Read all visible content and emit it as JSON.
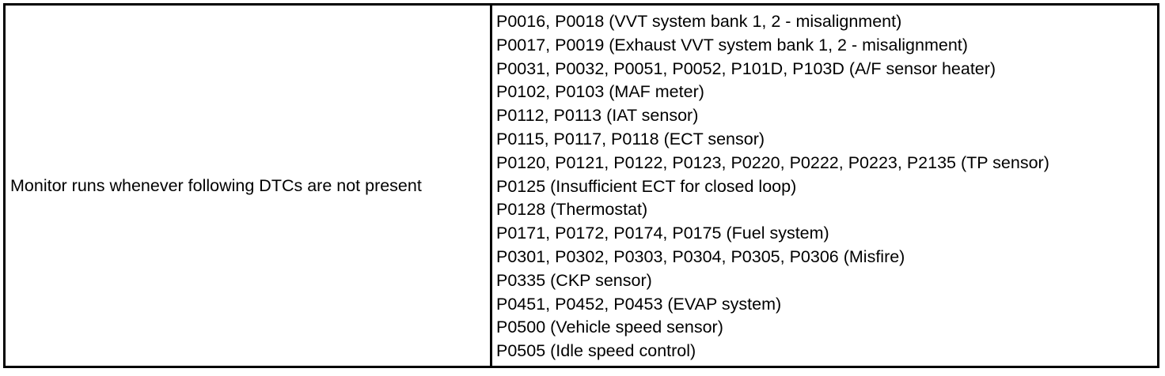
{
  "condition": "Monitor runs whenever following DTCs are not present",
  "dtcs": [
    "P0016, P0018 (VVT system bank 1, 2 - misalignment)",
    "P0017, P0019 (Exhaust VVT system bank 1, 2 - misalignment)",
    "P0031, P0032, P0051, P0052, P101D, P103D (A/F sensor heater)",
    "P0102, P0103 (MAF meter)",
    "P0112, P0113 (IAT sensor)",
    "P0115, P0117, P0118 (ECT sensor)",
    "P0120, P0121, P0122, P0123, P0220, P0222, P0223, P2135 (TP sensor)",
    "P0125 (Insufficient ECT for closed loop)",
    "P0128 (Thermostat)",
    "P0171, P0172, P0174, P0175 (Fuel system)",
    "P0301, P0302, P0303, P0304, P0305, P0306 (Misfire)",
    "P0335 (CKP sensor)",
    "P0451, P0452, P0453 (EVAP system)",
    "P0500 (Vehicle speed sensor)",
    "P0505 (Idle speed control)"
  ]
}
